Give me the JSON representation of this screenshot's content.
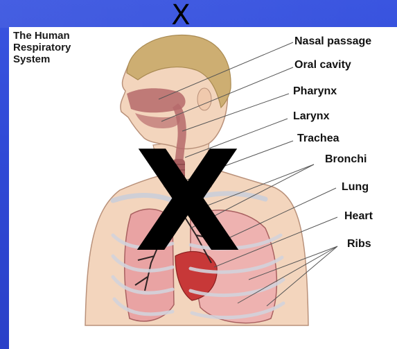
{
  "title": "The Human Respiratory System",
  "title_lines": [
    "The Human",
    "Respiratory",
    "System"
  ],
  "x_marks": {
    "top": "X",
    "center": "X"
  },
  "labels": {
    "nasal_passage": "Nasal passage",
    "oral_cavity": "Oral cavity",
    "pharynx": "Pharynx",
    "larynx": "Larynx",
    "trachea": "Trachea",
    "bronchi": "Bronchi",
    "lung": "Lung",
    "heart": "Heart",
    "ribs": "Ribs"
  },
  "colors": {
    "background": "#2f49d6",
    "skin": "#f2d2b6",
    "hair": "#c8a96a",
    "lung": "#e9a4a4",
    "airway": "#b5696a",
    "ribs": "#d8d8e0"
  }
}
